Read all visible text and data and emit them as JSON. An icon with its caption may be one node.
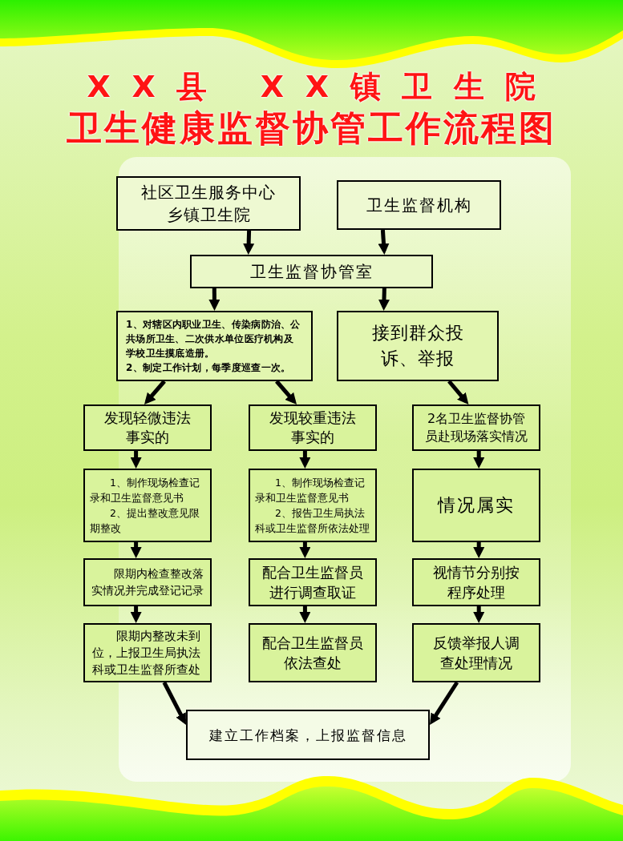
{
  "diagram": {
    "title": "卫生健康监督协管工作流程图",
    "nodes": [
      {
        "text": [
          "社区卫生服务中心",
          "乡镇卫生院"
        ]
      },
      {
        "text": [
          "卫生监督机构"
        ]
      },
      {
        "text": [
          "卫生监督协管室"
        ]
      },
      {
        "text": [
          "1、对辖区内职业卫生、传染病防治、公共场所卫生、二次供水单位医疗机构及学校卫生摸底造册。",
          "2、制定工作计划，每季度巡查一次。"
        ]
      },
      {
        "text": [
          "接到群众投诉、举报"
        ]
      },
      {
        "text": [
          "发现轻微违法事实的"
        ]
      },
      {
        "text": [
          "发现较重违法事实的"
        ]
      },
      {
        "text": [
          "2名卫生监督协管员赴现场落实情况"
        ]
      },
      {
        "text": [
          "1、制作现场检查记录和卫生监督意见书",
          "2、提出整改意见限期整改"
        ]
      },
      {
        "text": [
          "1、制作现场检查记录和卫生监督意见书",
          "2、报告卫生局执法科或卫生监督所依法处理"
        ]
      },
      {
        "text": [
          "情况属实"
        ]
      },
      {
        "text": [
          "限期内检查整改落实情况并完成登记记录"
        ]
      },
      {
        "text": [
          "配合卫生监督员进行调查取证"
        ]
      },
      {
        "text": [
          "视情节分别按程序处理"
        ]
      },
      {
        "text": [
          "限期内整改未到位，上报卫生局执法科或卫生监督所查处"
        ]
      },
      {
        "text": [
          "配合卫生监督员依法查处"
        ]
      },
      {
        "text": [
          "反馈举报人调查处理情况"
        ]
      },
      {
        "text": [
          "建立工作档案，上报监督信息"
        ]
      }
    ],
    "edges": [
      {
        "from": 0,
        "to": 2,
        "arrow": "to"
      },
      {
        "from": 1,
        "to": 2,
        "arrow": "to"
      },
      {
        "from": 2,
        "to": 3,
        "arrow": "to"
      },
      {
        "from": 2,
        "to": 4,
        "arrow": "to"
      },
      {
        "from": 3,
        "to": 5,
        "arrow": "to"
      },
      {
        "from": 3,
        "to": 6,
        "arrow": "to"
      },
      {
        "from": 4,
        "to": 7,
        "arrow": "to"
      },
      {
        "from": 5,
        "to": 8,
        "arrow": "to"
      },
      {
        "from": 6,
        "to": 9,
        "arrow": "to"
      },
      {
        "from": 7,
        "to": 10,
        "arrow": "to"
      },
      {
        "from": 8,
        "to": 11,
        "arrow": "to"
      },
      {
        "from": 9,
        "to": 12,
        "arrow": "to"
      },
      {
        "from": 10,
        "to": 13,
        "arrow": "to"
      },
      {
        "from": 11,
        "to": 14,
        "arrow": "to"
      },
      {
        "from": 12,
        "to": 15,
        "arrow": "to"
      },
      {
        "from": 13,
        "to": 16,
        "arrow": "to"
      },
      {
        "from": 14,
        "to": 17,
        "arrow": "to"
      },
      {
        "from": 16,
        "to": 17,
        "arrow": "to"
      }
    ],
    "labels": [
      "XX县 XX镇卫生院"
    ]
  }
}
